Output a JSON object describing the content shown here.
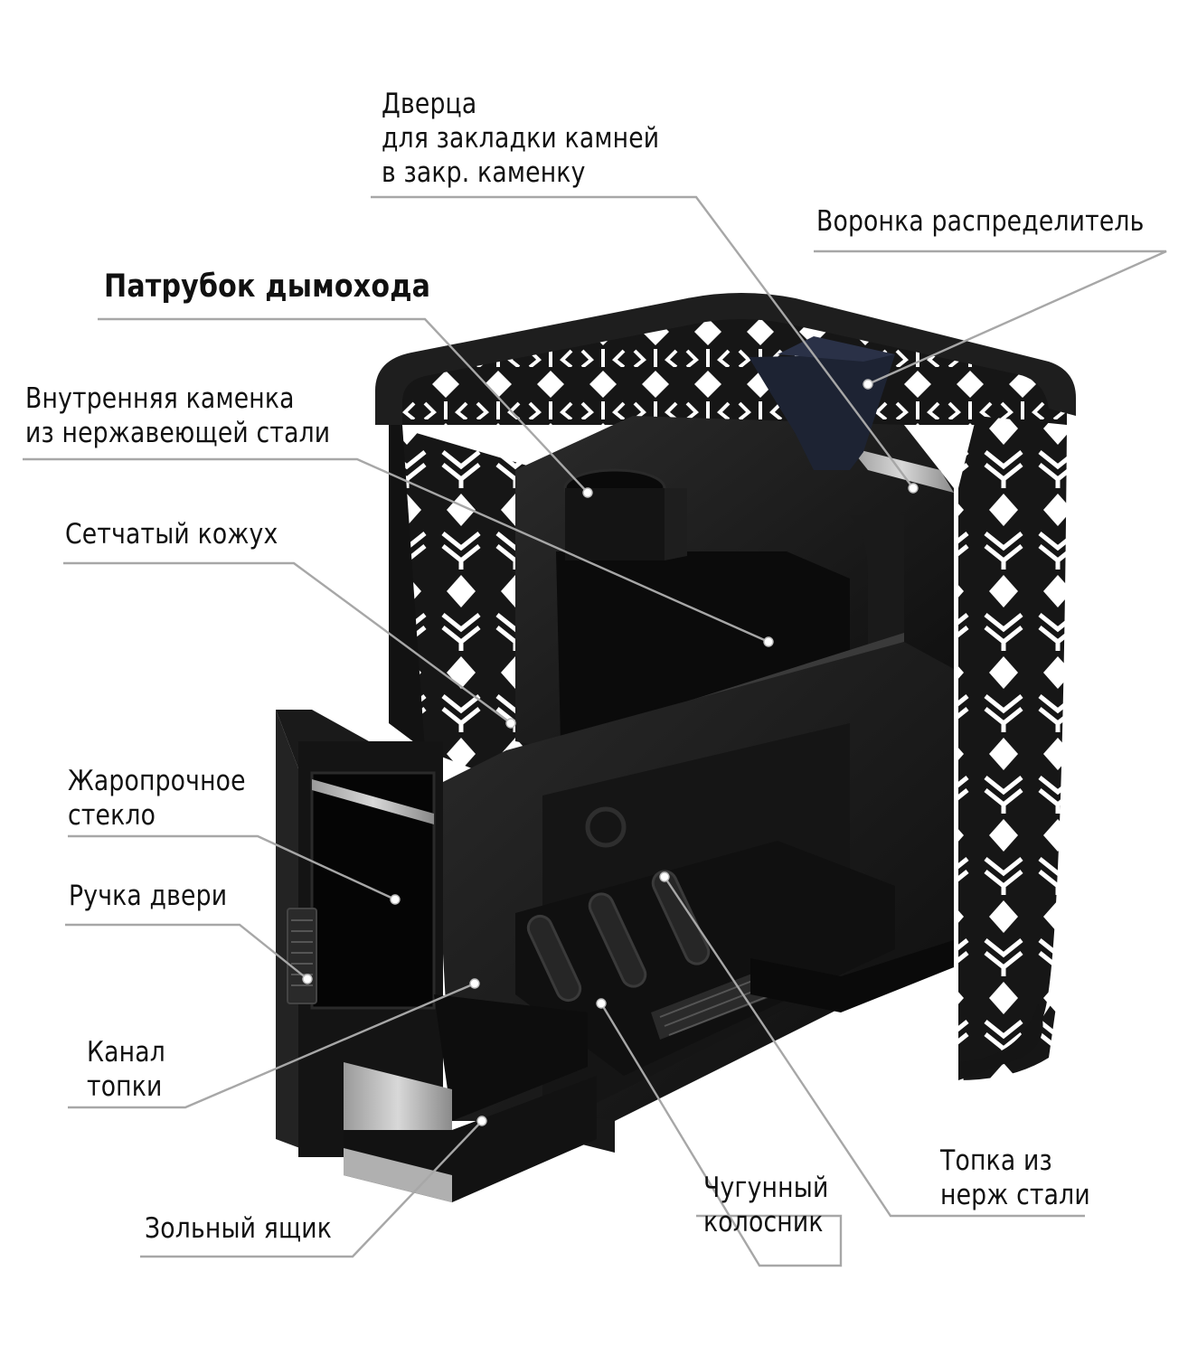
{
  "callouts": [
    {
      "id": "stone-door",
      "text": "Дверца\nдля закладки камней\nв закр. каменку"
    },
    {
      "id": "funnel",
      "text": "Воронка распределитель"
    },
    {
      "id": "flue-pipe",
      "text": "Патрубок дымохода"
    },
    {
      "id": "inner-heater",
      "text": "Внутренняя каменка\nиз нержавеющей стали"
    },
    {
      "id": "mesh-casing",
      "text": "Сетчатый кожух"
    },
    {
      "id": "heat-glass",
      "text": "Жаропрочное\nстекло"
    },
    {
      "id": "door-handle",
      "text": "Ручка двери"
    },
    {
      "id": "firebox-channel",
      "text": "Канал\nтопки"
    },
    {
      "id": "ash-box",
      "text": "Зольный ящик"
    },
    {
      "id": "cast-grate",
      "text": "Чугунный\nколосник"
    },
    {
      "id": "steel-firebox",
      "text": "Топка из\nнерж стали"
    }
  ],
  "colors": {
    "steel": "#1a1a1a",
    "steel_dark": "#0c0c0c",
    "steel_mid": "#2a2a2a",
    "funnel": "#1d2333",
    "leader": "#a7a7a7",
    "text": "#111111"
  }
}
